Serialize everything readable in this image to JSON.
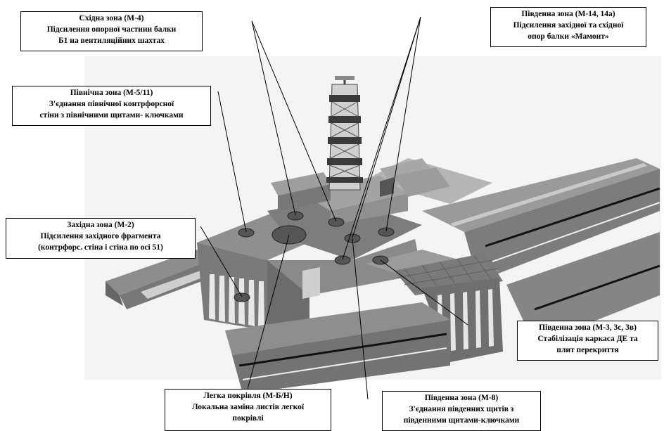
{
  "callouts": {
    "east": {
      "title": "Східна зона (М-4)",
      "line1": "Підсилення опорної частини балки",
      "line2": "Б1 на вентиляційних шахтах"
    },
    "south_14": {
      "title": "Південна зона (М-14, 14а)",
      "line1": "Підсилення західної та східної",
      "line2": "опор балки «Мамонт»"
    },
    "north": {
      "title": "Північна зона (М-5/11)",
      "line1": "З'єднання північної  контрфорсної",
      "line2": "стіни з північними щитами- ключками"
    },
    "west": {
      "title": "Західна зона (М-2)",
      "line1": "Підсилення західного фрагмента",
      "line2": "(контрфорс. стіна і стіна по осі 51)"
    },
    "south_3": {
      "title": "Південна зона (М-3, 3с, 3в)",
      "line1": "Стабілізація каркаса ДЕ та",
      "line2": "плит перекриття"
    },
    "roof": {
      "title": "Легка покрівля (М-Б/Н)",
      "line1": "Локальна заміна листів легкої",
      "line2": "покрівлі"
    },
    "south_8": {
      "title": "Південна зона (М-8)",
      "line1": "З'єднання південних щитів з",
      "line2": "південними щитами-ключками"
    }
  },
  "colors": {
    "marker": "#555555",
    "building_top": "#8a8a8a",
    "building_side": "#6e6e6e",
    "building_light": "#d8d8d8",
    "leader": "#000000"
  }
}
